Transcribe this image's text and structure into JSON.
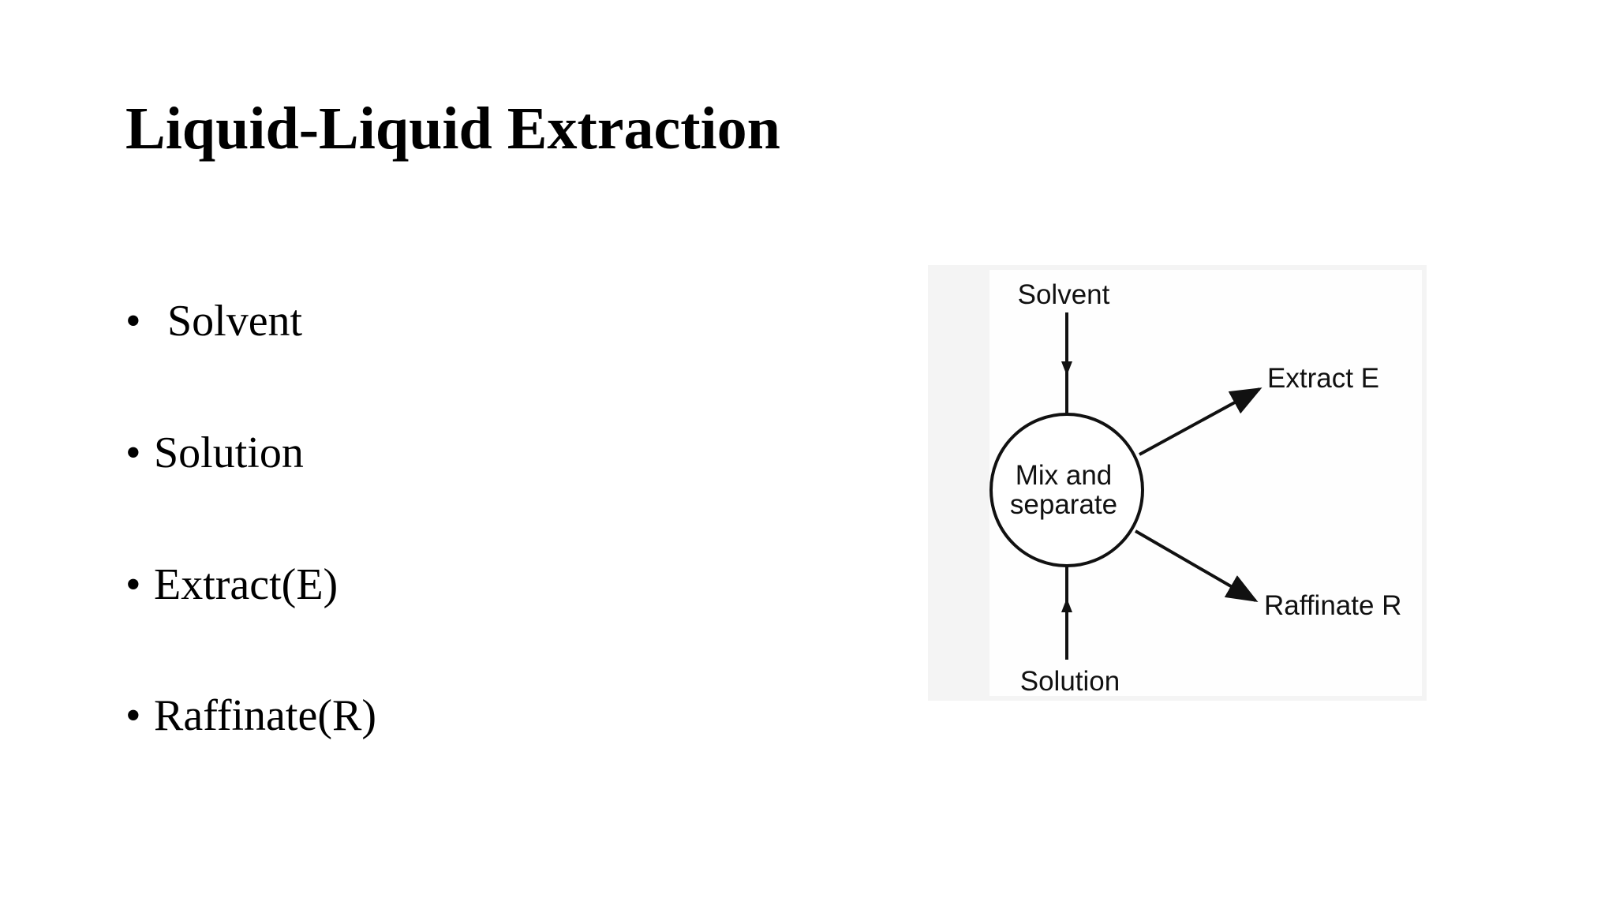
{
  "slide": {
    "title": "Liquid-Liquid Extraction",
    "bullet_symbol": "•",
    "bullets": [
      "Solvent",
      "Solution",
      "Extract(E)",
      "Raffinate(R)"
    ]
  },
  "diagram": {
    "node": {
      "line1": "Mix and",
      "line2": "separate"
    },
    "inputs": {
      "top": "Solvent",
      "bottom": "Solution"
    },
    "outputs": {
      "upper": "Extract E",
      "lower": "Raffinate R"
    }
  }
}
